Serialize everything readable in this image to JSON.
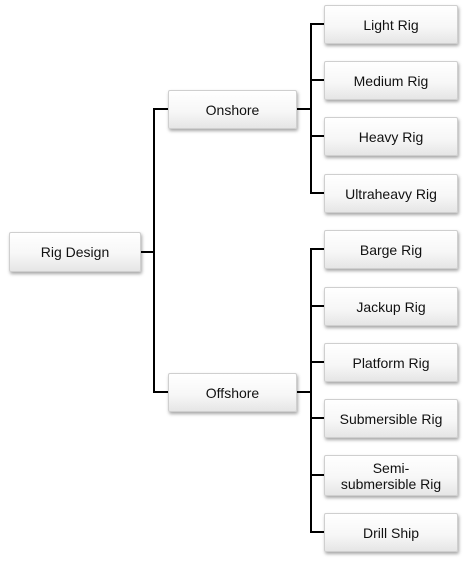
{
  "diagram": {
    "root": {
      "label": "Rig Design"
    },
    "branches": [
      {
        "label": "Onshore",
        "children": [
          "Light Rig",
          "Medium Rig",
          "Heavy Rig",
          "Ultraheavy Rig"
        ]
      },
      {
        "label": "Offshore",
        "children": [
          "Barge Rig",
          "Jackup Rig",
          "Platform Rig",
          "Submersible Rig",
          "Semi-submersible Rig",
          "Drill Ship"
        ]
      }
    ],
    "colors": {
      "line": "#000000",
      "box_border": "#cfcfcf",
      "text": "#111111"
    }
  }
}
